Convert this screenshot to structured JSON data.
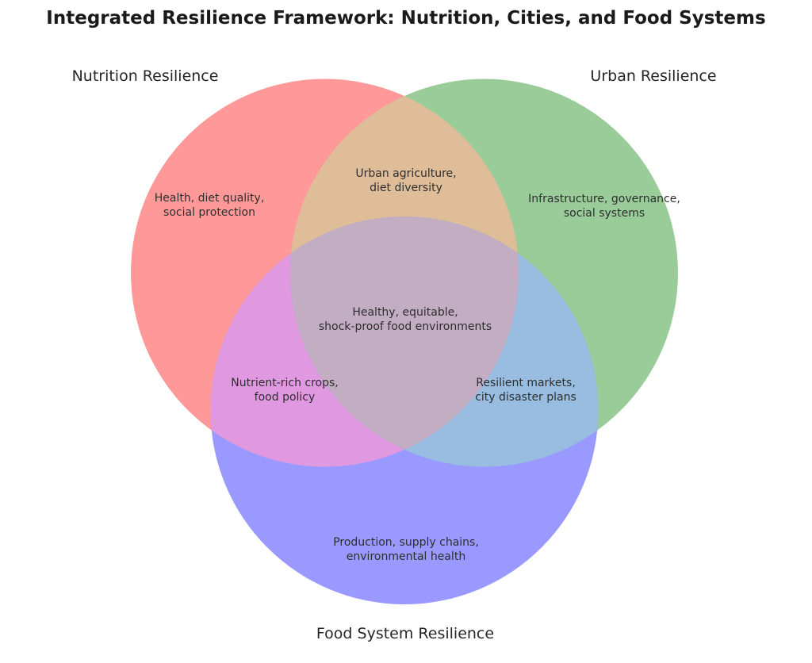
{
  "type": "venn-diagram",
  "title": "Integrated Resilience Framework: Nutrition, Cities, and Food Systems",
  "colors": {
    "nutrition_only": "#FF9999",
    "urban_only": "#99CC99",
    "food_only": "#9999FF",
    "nutrition_urban": "#E0BD99",
    "nutrition_food": "#E099E0",
    "urban_food": "#99BDE0",
    "all_three": "#C2ADC2"
  },
  "set_labels": [
    {
      "id": "nutrition",
      "label": "Nutrition Resilience"
    },
    {
      "id": "urban",
      "label": "Urban Resilience"
    },
    {
      "id": "food",
      "label": "Food System Resilience"
    }
  ],
  "regions": [
    {
      "id": "nutrition-only",
      "lines": [
        "Health, diet quality,",
        "social protection"
      ]
    },
    {
      "id": "urban-only",
      "lines": [
        "Infrastructure, governance,",
        "social systems"
      ]
    },
    {
      "id": "food-only",
      "lines": [
        "Production, supply chains,",
        "environmental health"
      ]
    },
    {
      "id": "nutrition-urban",
      "lines": [
        "Urban agriculture,",
        "diet diversity"
      ]
    },
    {
      "id": "nutrition-food",
      "lines": [
        "Nutrient-rich crops,",
        "food policy"
      ]
    },
    {
      "id": "urban-food",
      "lines": [
        "Resilient markets,",
        "city disaster plans"
      ]
    },
    {
      "id": "all-three",
      "lines": [
        "Healthy, equitable,",
        "shock-proof food environments"
      ]
    }
  ]
}
